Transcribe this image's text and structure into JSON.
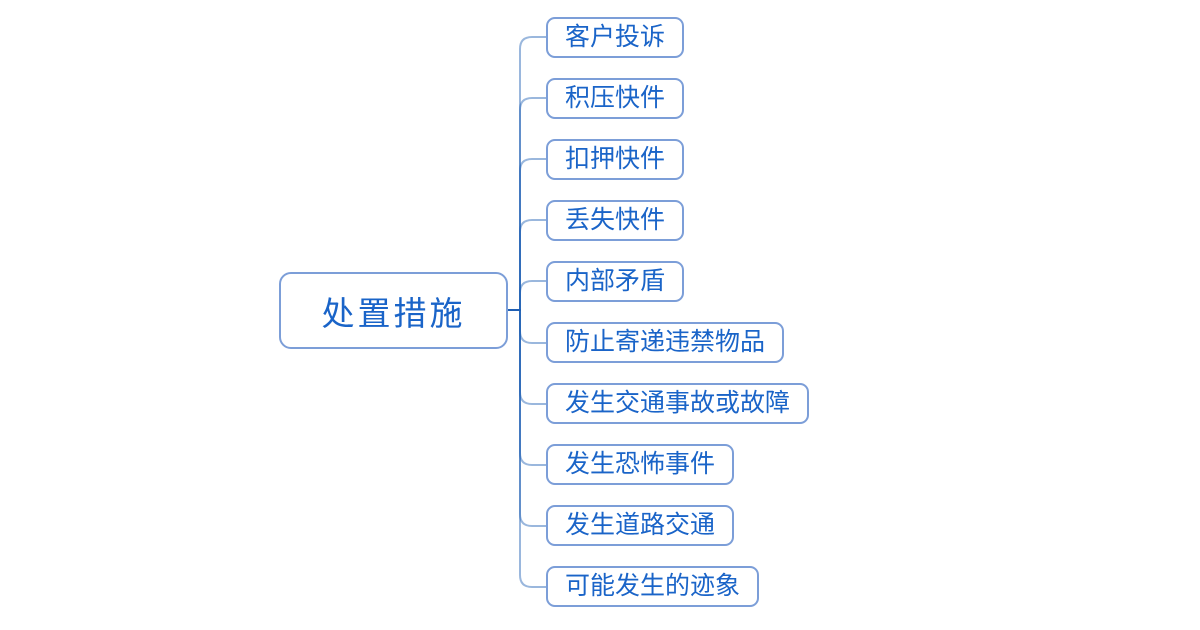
{
  "root": {
    "label": "处置措施"
  },
  "branches": [
    {
      "label": "客户投诉"
    },
    {
      "label": "积压快件"
    },
    {
      "label": "扣押快件"
    },
    {
      "label": "丢失快件"
    },
    {
      "label": "内部矛盾"
    },
    {
      "label": "防止寄递违禁物品"
    },
    {
      "label": "发生交通事故或故障"
    },
    {
      "label": "发生恐怖事件"
    },
    {
      "label": "发生道路交通"
    },
    {
      "label": "可能发生的迹象"
    }
  ],
  "colors": {
    "background": "#ffffff",
    "node_border": "#7c9ed8",
    "node_text": "#1a64c8",
    "connector": "#1e5fb4"
  }
}
